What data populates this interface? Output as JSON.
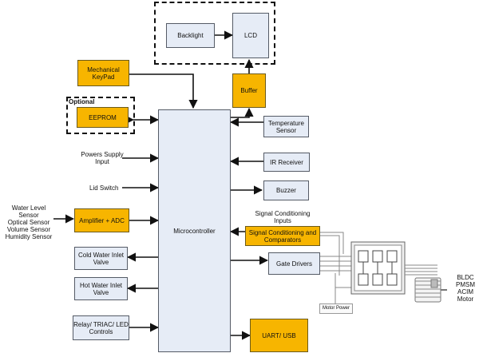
{
  "blocks": {
    "backlight": "Backlight",
    "lcd": "LCD",
    "mechanical_keypad": "Mechanical KeyPad",
    "buffer": "Buffer",
    "eeprom": "EEPROM",
    "temperature_sensor": "Temperature Sensor",
    "ir_receiver": "IR Receiver",
    "buzzer": "Buzzer",
    "amplifier_adc": "Amplifier + ADC",
    "microcontroller": "Microcontroller",
    "signal_conditioning": "Signal Conditioning and Comparators",
    "gate_drivers": "Gate Drivers",
    "cold_water_valve": "Cold Water Inlet Valve",
    "hot_water_valve": "Hot Water Inlet Valve",
    "relay_controls": "Relay/ TRIAC/ LED Controls",
    "uart_usb": "UART/ USB",
    "motor_power": "Motor Power"
  },
  "labels": {
    "optional": "Optional",
    "power_supply_input": "Powers Supply Input",
    "lid_switch": "Lid Switch",
    "sensors": [
      "Water Level Sensor",
      "Optical Sensor",
      "Volume Sensor",
      "Humidity Sensor"
    ],
    "signal_conditioning_inputs": "Signal Conditioning Inputs",
    "motor_types": [
      "BLDC",
      "PMSM",
      "ACIM",
      "Motor"
    ]
  },
  "colors": {
    "block_yellow": "#f7b500",
    "block_blue": "#e6ecf6"
  }
}
